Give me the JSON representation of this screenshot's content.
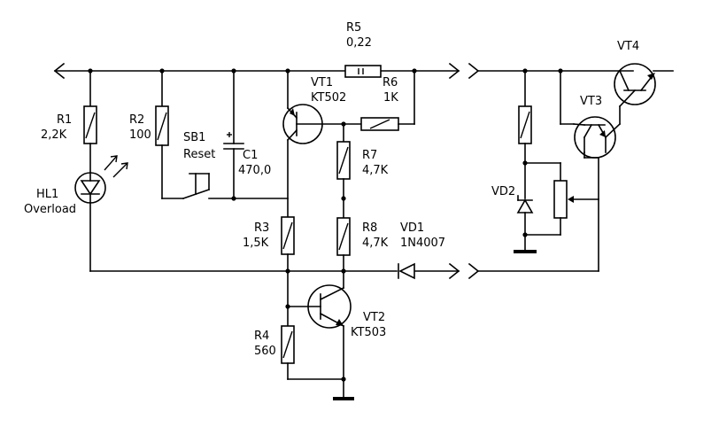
{
  "components": {
    "r1": {
      "ref": "R1",
      "value": "2,2K"
    },
    "r2": {
      "ref": "R2",
      "value": "100"
    },
    "r3": {
      "ref": "R3",
      "value": "1,5K"
    },
    "r4": {
      "ref": "R4",
      "value": "560"
    },
    "r5": {
      "ref": "R5",
      "value": "0,22"
    },
    "r6": {
      "ref": "R6",
      "value": "1K"
    },
    "r7": {
      "ref": "R7",
      "value": "4,7K"
    },
    "r8": {
      "ref": "R8",
      "value": "4,7K"
    },
    "c1": {
      "ref": "C1",
      "value": "470,0"
    },
    "sb1": {
      "ref": "SB1",
      "value": "Reset"
    },
    "hl1": {
      "ref": "HL1",
      "value": "Overload"
    },
    "vt1": {
      "ref": "VT1",
      "value": "KT502"
    },
    "vt2": {
      "ref": "VT2",
      "value": "KT503"
    },
    "vt3": {
      "ref": "VT3"
    },
    "vt4": {
      "ref": "VT4"
    },
    "vd1": {
      "ref": "VD1",
      "value": "1N4007"
    },
    "vd2": {
      "ref": "VD2"
    }
  }
}
